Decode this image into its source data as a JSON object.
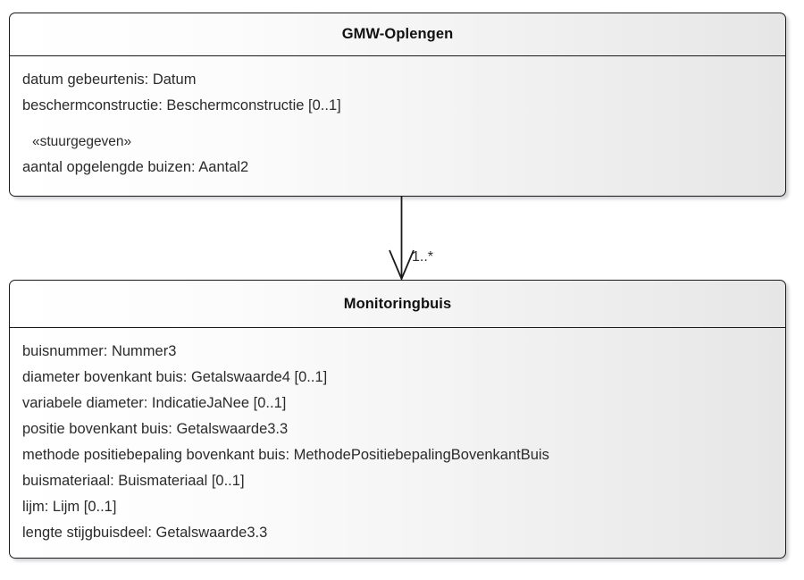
{
  "diagram": {
    "type": "uml-class-diagram",
    "background_color": "#ffffff",
    "border_color": "#1a1a1a",
    "text_color": "#2b2b2b"
  },
  "classes": [
    {
      "id": "gmw-oplengen",
      "name": "GMW-Oplengen",
      "attributes": [
        {
          "text": "datum gebeurtenis: Datum",
          "kind": "attribute"
        },
        {
          "text": "beschermconstructie: Beschermconstructie [0..1]",
          "kind": "attribute"
        },
        {
          "text": "«stuurgegeven»",
          "kind": "stereotype"
        },
        {
          "text": "aantal opgelengde buizen: Aantal2",
          "kind": "attribute"
        }
      ]
    },
    {
      "id": "monitoringbuis",
      "name": "Monitoringbuis",
      "attributes": [
        {
          "text": "buisnummer: Nummer3",
          "kind": "attribute"
        },
        {
          "text": "diameter bovenkant buis: Getalswaarde4 [0..1]",
          "kind": "attribute"
        },
        {
          "text": "variabele diameter: IndicatieJaNee [0..1]",
          "kind": "attribute"
        },
        {
          "text": "positie bovenkant buis: Getalswaarde3.3",
          "kind": "attribute"
        },
        {
          "text": "methode positiebepaling bovenkant buis: MethodePositiebepalingBovenkantBuis",
          "kind": "attribute"
        },
        {
          "text": "buismateriaal: Buismateriaal [0..1]",
          "kind": "attribute"
        },
        {
          "text": "lijm: Lijm [0..1]",
          "kind": "attribute"
        },
        {
          "text": "lengte stijgbuisdeel: Getalswaarde3.3",
          "kind": "attribute"
        }
      ]
    }
  ],
  "connector": {
    "name": "association",
    "from": "gmw-oplengen",
    "to": "monitoringbuis",
    "arrow_style": "open-arrowhead",
    "target_multiplicity": "1..*"
  }
}
